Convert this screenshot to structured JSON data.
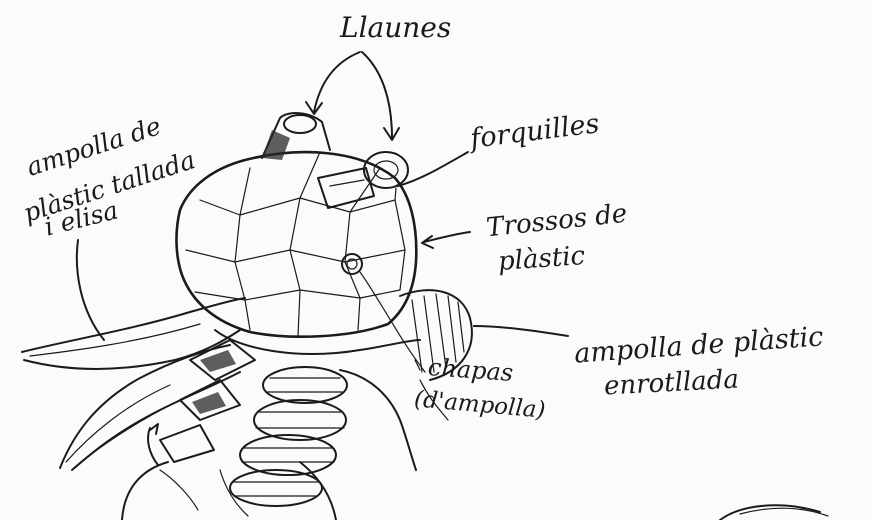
{
  "sketch": {
    "labels": {
      "llaunes": "Llaunes",
      "forquilles": "forquilles",
      "trossos_line1": "Trossos de",
      "trossos_line2": "plàstic",
      "ampolla_tallada_line1": "ampolla de",
      "ampolla_tallada_line2": "plàstic tallada",
      "ampolla_tallada_line3": "i elisa",
      "ampolla_enrotllada_line1": "ampolla de plàstic",
      "ampolla_enrotllada_line2": "enrotllada",
      "chapas_line1": "chapas",
      "chapas_line2": "(d'ampolla)"
    },
    "ink_color": "#1b1b1b",
    "paper_color": "#fbfbfb"
  }
}
